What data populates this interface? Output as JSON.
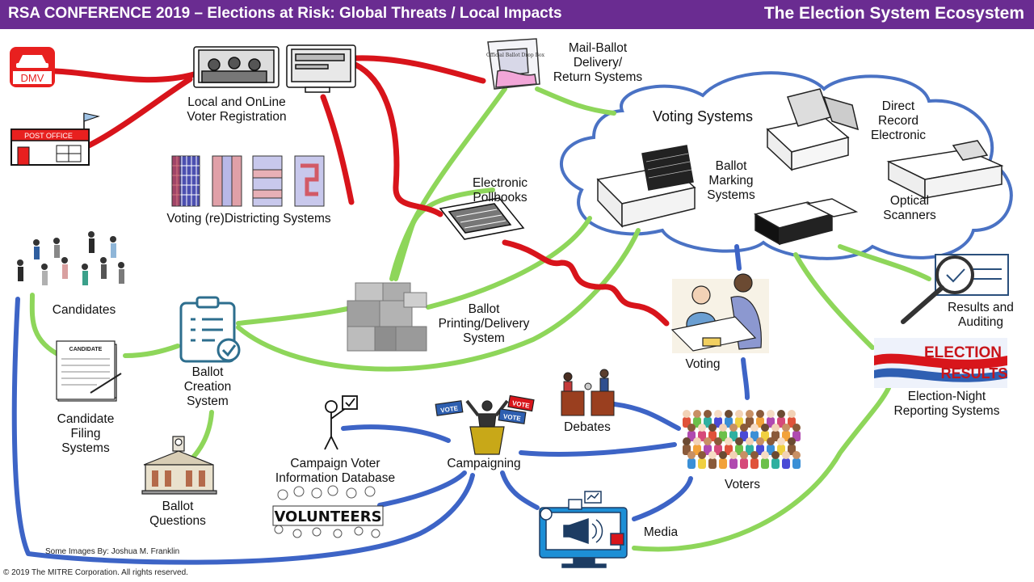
{
  "header": {
    "title": "RSA CONFERENCE 2019 – Elections at Risk:  Global Threats / Local Impacts",
    "subtitle": "The Election System Ecosystem"
  },
  "colors": {
    "header_bg": "#6a2c91",
    "red_links": "#d8141b",
    "green_links": "#8ed65a",
    "blue_links": "#3d64c6",
    "cloud_outline": "#4a72c4"
  },
  "nodes": {
    "dmv": {
      "label": "DMV",
      "icon": "dmv-car-sign-icon"
    },
    "post_office": {
      "label": "POST OFFICE",
      "icon": "post-office-icon"
    },
    "voter_registration": {
      "label": "Local and OnLine\nVoter Registration",
      "icon": "registration-computers-icon"
    },
    "redistricting": {
      "label": "Voting (re)Districting Systems",
      "icon": "district-maps-icon"
    },
    "mail_ballot": {
      "label": "Mail-Ballot\nDelivery/\nReturn Systems",
      "box_text": "Official Ballot Drop Box",
      "icon": "ballot-drop-box-icon"
    },
    "voting_systems": {
      "label": "Voting Systems"
    },
    "dre": {
      "label": "Direct\nRecord\nElectronic",
      "icon": "dre-machine-icon"
    },
    "bmd": {
      "label": "Ballot\nMarking\nSystems",
      "icon": "ballot-marking-machine-icon"
    },
    "optical": {
      "label": "Optical\nScanners",
      "icon": "optical-scanner-icon"
    },
    "pollbooks": {
      "label": "Electronic\nPollbooks",
      "icon": "pollbook-tablet-icon"
    },
    "candidates": {
      "label": "Candidates",
      "icon": "candidates-people-icon"
    },
    "ballot_creation": {
      "label": "Ballot\nCreation\nSystem",
      "icon": "clipboard-check-icon"
    },
    "ballot_printing": {
      "label": "Ballot\nPrinting/Delivery\nSystem",
      "icon": "boxes-icon"
    },
    "voting": {
      "label": "Voting",
      "icon": "poll-worker-voter-icon"
    },
    "results_auditing": {
      "label": "Results and\nAuditing",
      "icon": "magnifier-document-icon"
    },
    "election_night": {
      "label": "Election-Night\nReporting Systems",
      "banner_text_1": "ELECTION",
      "banner_text_2": "RESULTS",
      "icon": "election-results-banner-icon"
    },
    "candidate_filing": {
      "label": "Candidate\nFiling\nSystems",
      "doc_text": "CANDIDATE",
      "icon": "filing-document-icon"
    },
    "ballot_questions": {
      "label": "Ballot\nQuestions",
      "icon": "courthouse-icon"
    },
    "campaign_db": {
      "label": "Campaign Voter\nInformation Database",
      "icon": "stick-figure-icon"
    },
    "volunteers": {
      "label": "VOLUNTEERS",
      "icon": "volunteers-crowd-icon"
    },
    "campaigning": {
      "label": "Campaigning",
      "sign_text": "VOTE",
      "icon": "podium-speaker-icon"
    },
    "debates": {
      "label": "Debates",
      "icon": "debate-podiums-icon"
    },
    "voters": {
      "label": "Voters",
      "icon": "voters-crowd-icon"
    },
    "media": {
      "label": "Media",
      "icon": "media-monitor-icon"
    }
  },
  "footer": {
    "credits": "Some Images By:  Joshua M. Franklin",
    "copyright": "© 2019 The MITRE Corporation. All rights reserved."
  }
}
